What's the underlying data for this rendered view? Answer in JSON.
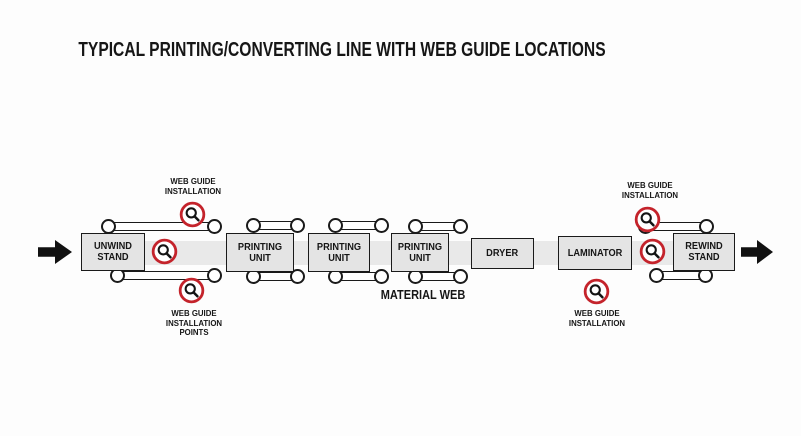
{
  "title": "TYPICAL PRINTING/CONVERTING LINE WITH WEB GUIDE LOCATIONS",
  "stations": [
    {
      "label": "UNWIND STAND"
    },
    {
      "label": "PRINTING UNIT"
    },
    {
      "label": "PRINTING UNIT"
    },
    {
      "label": "PRINTING UNIT"
    },
    {
      "label": "DRYER"
    },
    {
      "label": "LAMINATOR"
    },
    {
      "label": "REWIND STAND"
    }
  ],
  "annotations": {
    "web_guide_installation": "WEB GUIDE INSTALLATION",
    "web_guide_installation_points": "WEB GUIDE INSTALLATION POINTS",
    "material_web": "MATERIAL WEB"
  },
  "colors": {
    "accent_red": "#c4232b",
    "box_fill": "#e4e4e4",
    "web_band_fill": "#e9e9e9",
    "ink": "#161616"
  }
}
